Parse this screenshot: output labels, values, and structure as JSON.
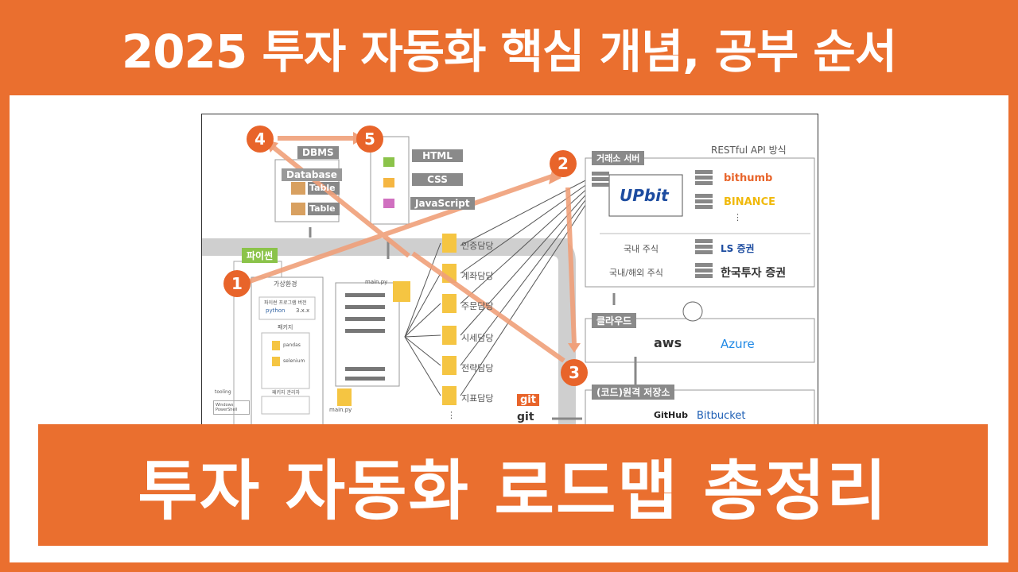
{
  "header": {
    "title": "2025 투자 자동화 핵심 개념, 공부 순서"
  },
  "banner": {
    "text": "투자 자동화 로드맵 총정리"
  },
  "diagram": {
    "steps": [
      "1",
      "2",
      "3",
      "4",
      "5"
    ],
    "dbms": {
      "label": "DBMS",
      "database": "Database",
      "table1": "Table",
      "table2": "Table"
    },
    "web": {
      "html": "HTML",
      "css": "CSS",
      "js": "JavaScript"
    },
    "python_label": "파이썬",
    "venv_label": "가상환경",
    "python_version_label": "파이썬 프로그램 버전",
    "python_logo": "python",
    "python_version": "3.x.x",
    "packages_label": "패키지",
    "pandas": "pandas",
    "selenium": "selenium",
    "pkg_manager_label": "패키지 관리자",
    "mainpy_top": "main.py",
    "mainpy_bottom": "main.py",
    "tooling_label": "tooling",
    "powershell_label": "Windows PowerShell",
    "modules": [
      "인증담당",
      "계좌담당",
      "주문담당",
      "시세담당",
      "전략담당",
      "지표담당"
    ],
    "ellipsis": "⋮",
    "exchange_label": "거래소 서버",
    "restful_label": "RESTful API 방식",
    "upbit": "UPbit",
    "bithumb": "bithumb",
    "binance": "BINANCE",
    "domestic_label": "국내 주식",
    "ls_label": "LS 증권",
    "domestic_foreign_label": "국내/해외 주식",
    "korea_invest": "한국투자 증권",
    "cloud_label": "클라우드",
    "aws": "aws",
    "azure": "Azure",
    "repo_label": "(코드)원격 저장소",
    "github": "GitHub",
    "bitbucket": "Bitbucket",
    "git1": "git",
    "git2": "git"
  }
}
